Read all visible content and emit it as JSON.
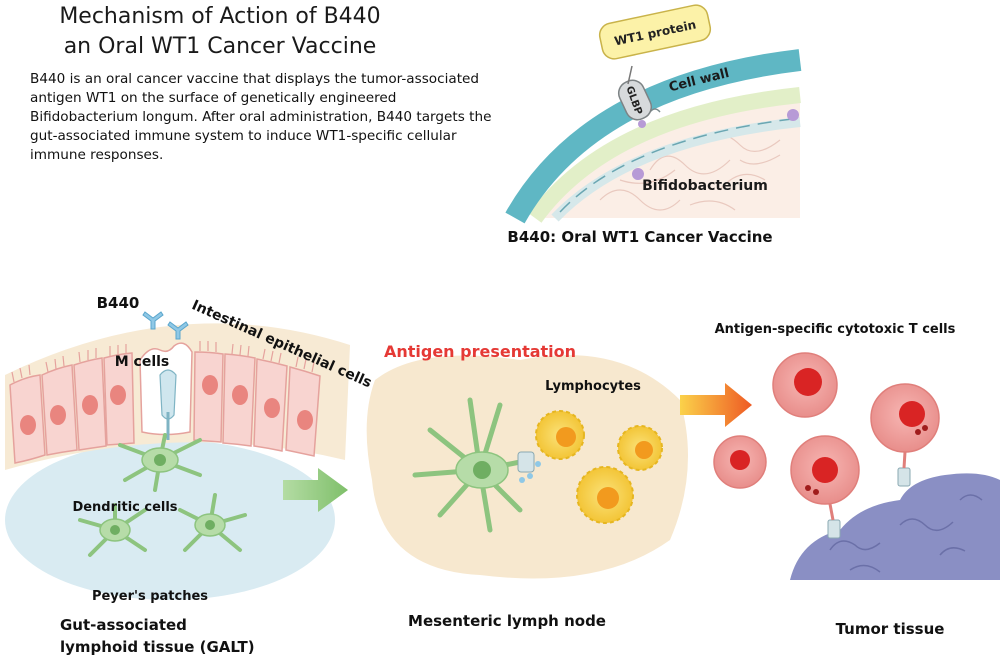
{
  "title": {
    "line1": "Mechanism of Action of B440",
    "line2": "an Oral WT1 Cancer Vaccine"
  },
  "description": "B440 is an oral cancer vaccine that displays the tumor-associated antigen WT1 on the surface of genetically engineered Bifidobacterium longum. After oral administration, B440 targets the gut-associated immune system to induce WT1-specific cellular immune responses.",
  "bacterium_panel": {
    "wt1_protein": "WT1 protein",
    "glbp": "GLBP",
    "cell_wall": "Cell wall",
    "bifidobacterium": "Bifidobacterium",
    "caption": "B440: Oral WT1 Cancer Vaccine"
  },
  "galt_panel": {
    "b440": "B440",
    "epithelial": "Intestinal epithelial cells",
    "m_cells": "M cells",
    "dendritic_cells": "Dendritic cells",
    "peyers_patches": "Peyer's patches",
    "caption_line1": "Gut-associated",
    "caption_line2": "lymphoid tissue (GALT)"
  },
  "lymph_panel": {
    "antigen_presentation": "Antigen presentation",
    "lymphocytes": "Lymphocytes",
    "caption": "Mesenteric lymph node"
  },
  "tumor_panel": {
    "ctl_label": "Antigen-specific cytotoxic T cells",
    "caption": "Tumor tissue"
  },
  "colors": {
    "accent_red": "#e53935",
    "cell_wall": "#5fb7c4",
    "arrow_green": "#8cc47a",
    "arrow_orange": "#f39c3d",
    "tumor_purple": "#8a8fc4"
  }
}
